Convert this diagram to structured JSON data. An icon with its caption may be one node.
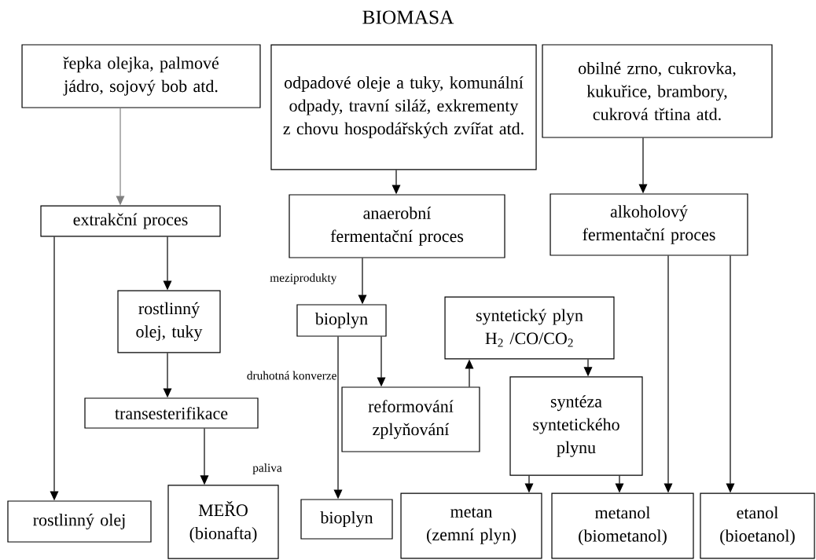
{
  "diagram": {
    "title": "BIOMASA",
    "nodes": [
      {
        "text": [
          "řepka olejka, palmové jádro, sojový bob atd."
        ]
      },
      {
        "text": [
          "odpadové oleje a tuky, komunální odpady, travní siláž, exkrementy z chovu hospodářských zvířat atd."
        ]
      },
      {
        "text": [
          "obilné zrno, cukrovka, kukuřice, brambory, cukrová třtina atd."
        ]
      },
      {
        "text": [
          "extrakční proces"
        ]
      },
      {
        "text": [
          "anaerobní fermentační proces"
        ]
      },
      {
        "text": [
          "alkoholový fermentační proces"
        ]
      },
      {
        "text": [
          "rostlinný olej, tuky"
        ]
      },
      {
        "text": [
          "bioplyn"
        ]
      },
      {
        "text": [
          "syntetický plyn",
          "H$_{2}$ /CO/CO$_{2}$"
        ]
      },
      {
        "text": [
          "reformování zplyňování"
        ]
      },
      {
        "text": [
          "syntéza syntetického plynu"
        ]
      },
      {
        "text": [
          "transesterifikace"
        ]
      },
      {
        "text": [
          "rostlinný olej"
        ]
      },
      {
        "text": [
          "MEŘO (bionafta)"
        ]
      },
      {
        "text": [
          "bioplyn"
        ]
      },
      {
        "text": [
          "metan (zemní plyn)"
        ]
      },
      {
        "text": [
          "metanol (biometanol)"
        ]
      },
      {
        "text": [
          "etanol (bioetanol)"
        ]
      }
    ],
    "edges": [
      {
        "from": 0,
        "to": 3,
        "arrow": "to",
        "color": "#808080"
      },
      {
        "from": 1,
        "to": 4,
        "arrow": "to"
      },
      {
        "from": 2,
        "to": 5,
        "arrow": "to"
      },
      {
        "from": 3,
        "to": 12,
        "arrow": "to"
      },
      {
        "from": 3,
        "to": 6,
        "arrow": "to"
      },
      {
        "from": 4,
        "to": 7,
        "arrow": "to"
      },
      {
        "from": 6,
        "to": 11,
        "arrow": "to"
      },
      {
        "from": 7,
        "to": 14,
        "arrow": "to"
      },
      {
        "from": 7,
        "to": 9,
        "arrow": "to"
      },
      {
        "from": 9,
        "to": 8,
        "arrow": "to"
      },
      {
        "from": 8,
        "to": 10,
        "arrow": "to"
      },
      {
        "from": 11,
        "to": 13,
        "arrow": "to"
      },
      {
        "from": 10,
        "to": 15,
        "arrow": "to"
      },
      {
        "from": 10,
        "to": 16,
        "arrow": "to"
      },
      {
        "from": 5,
        "to": 16,
        "arrow": "to"
      },
      {
        "from": 5,
        "to": 17,
        "arrow": "to"
      }
    ],
    "labels": [
      "meziprodukty",
      "druhotná konverze",
      "paliva"
    ]
  }
}
